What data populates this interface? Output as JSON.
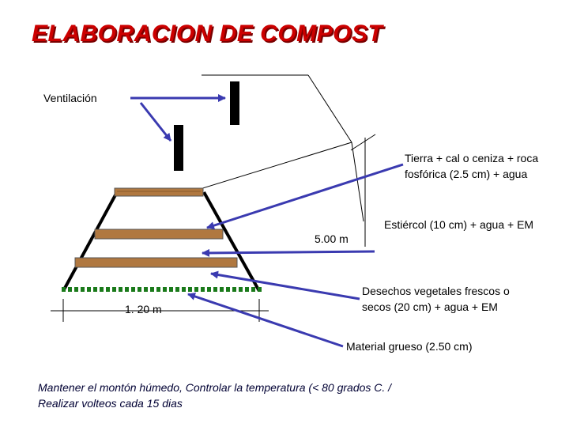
{
  "title": "ELABORACION DE COMPOST",
  "labels": {
    "ventilacion": "Ventilación",
    "tierra": "Tierra + cal o ceniza + roca fosfórica (2.5 cm) + agua",
    "height": "5.00 m",
    "estiercol": "Estiércol (10 cm) + agua + EM",
    "desechos": "Desechos vegetales frescos o secos (20 cm) + agua + EM",
    "width": "1. 20 m",
    "material": "Material grueso (2.50 cm)"
  },
  "footer": {
    "line1": "Mantener el montón húmedo, Controlar la temperatura (< 80 grados C. /",
    "line2": "Realizar volteos cada 15 dias"
  },
  "colors": {
    "title": "#cc0000",
    "arrow": "#3a3ab0",
    "layer": "#b07840",
    "coarse": "#1a7a1a"
  }
}
